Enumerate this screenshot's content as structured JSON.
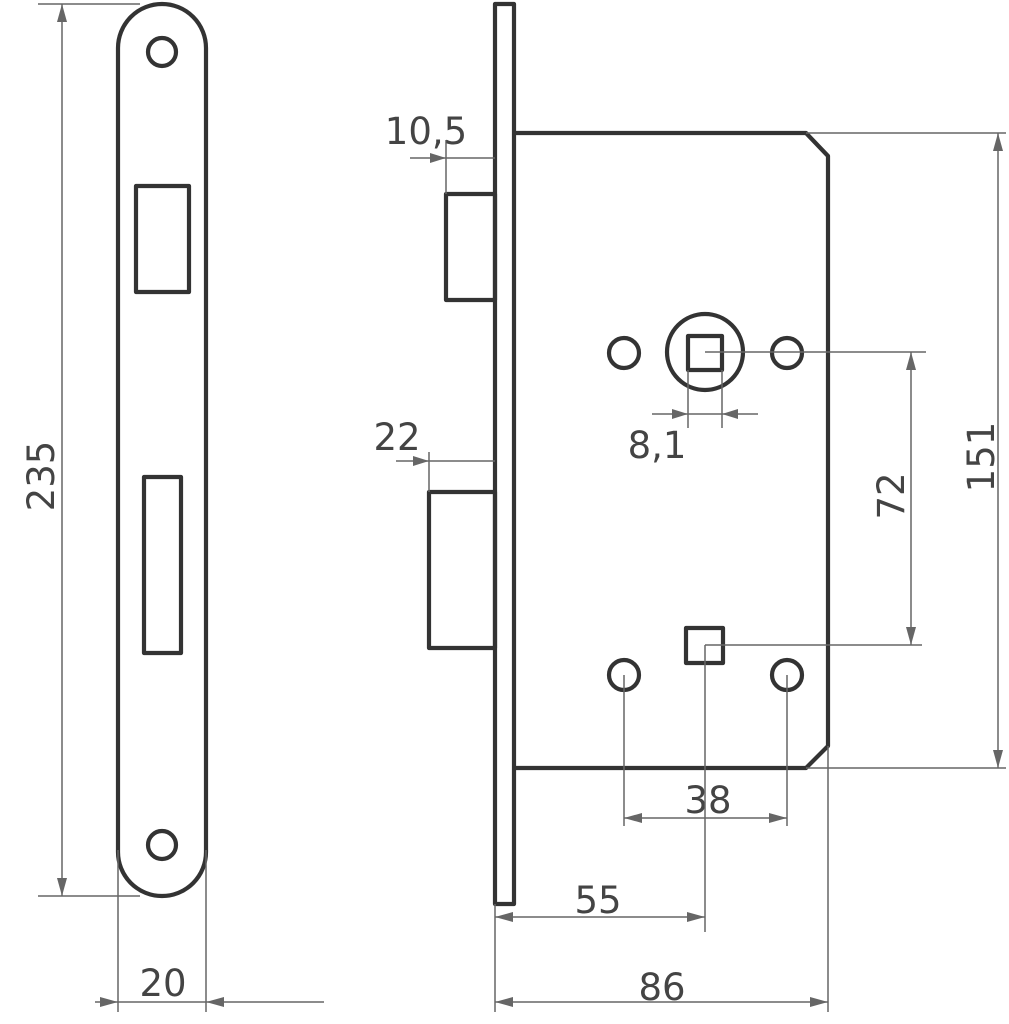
{
  "diagram": {
    "dimensions": {
      "faceplate_height": "235",
      "faceplate_width": "20",
      "latch_projection": "10,5",
      "bolt_projection": "22",
      "spindle_square": "8,1",
      "center_distance": "72",
      "case_height": "151",
      "fixing_hole_spacing": "38",
      "backset": "55",
      "overall_depth": "86"
    }
  }
}
